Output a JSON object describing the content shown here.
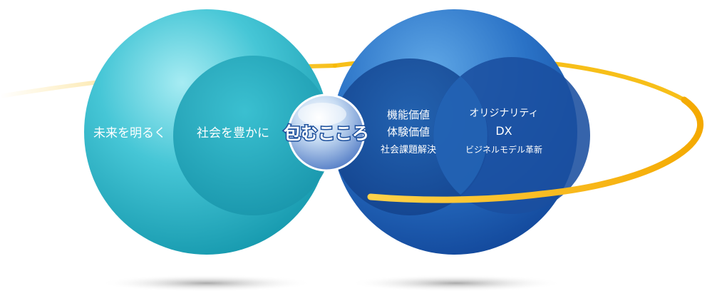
{
  "outer_left": {
    "label": "未来を明るく"
  },
  "inner_left": {
    "label": "社会を豊かに"
  },
  "center": {
    "label": "包むこころ"
  },
  "inner_right": {
    "lines": [
      "機能価値",
      "体験価値",
      "社会課題解決"
    ]
  },
  "outer_right": {
    "lines": [
      "オリジナリティ",
      "DX",
      "ビジネルモデル革新"
    ]
  },
  "colors": {
    "cyan_circle": "#2bb7cb",
    "blue_circle": "#1f6bc0",
    "orbit": "#f6b800",
    "inner_dark_blue": "#184e9c"
  }
}
